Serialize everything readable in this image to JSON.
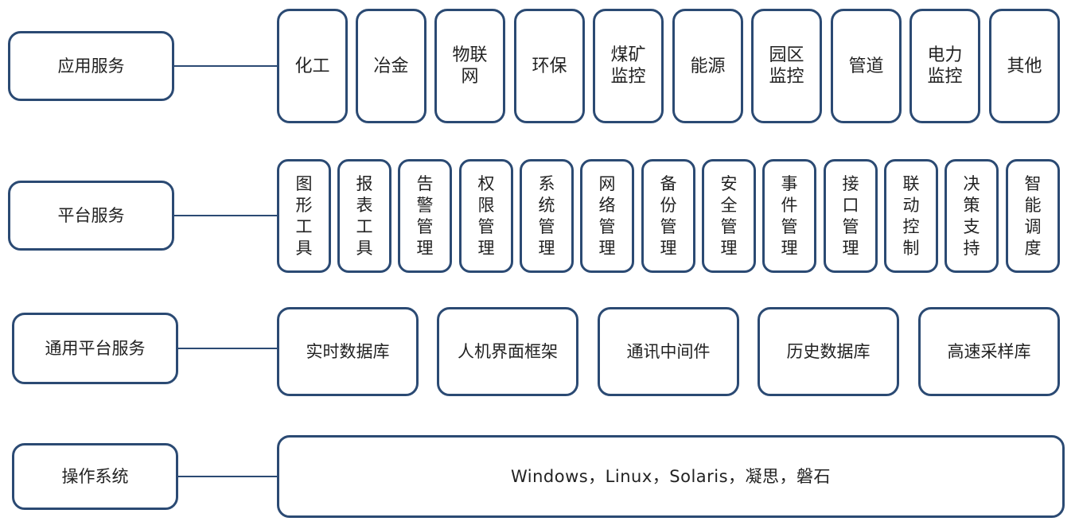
{
  "layers": {
    "app": {
      "label": "应用服务",
      "items": [
        "化工",
        "冶金",
        "物联\n网",
        "环保",
        "煤矿\n监控",
        "能源",
        "园区\n监控",
        "管道",
        "电力\n监控",
        "其他"
      ]
    },
    "platform": {
      "label": "平台服务",
      "items": [
        "图形工具",
        "报表工具",
        "告警管理",
        "权限管理",
        "系统管理",
        "网络管理",
        "备份管理",
        "安全管理",
        "事件管理",
        "接口管理",
        "联动控制",
        "决策支持",
        "智能调度"
      ]
    },
    "common": {
      "label": "通用平台服务",
      "items": [
        "实时数据库",
        "人机界面框架",
        "通讯中间件",
        "历史数据库",
        "高速采样库"
      ]
    },
    "os": {
      "label": "操作系统",
      "text": "Windows，Linux，Solaris，凝思，磐石"
    }
  },
  "colors": {
    "border": "#2b4a73",
    "background": "#ffffff"
  }
}
